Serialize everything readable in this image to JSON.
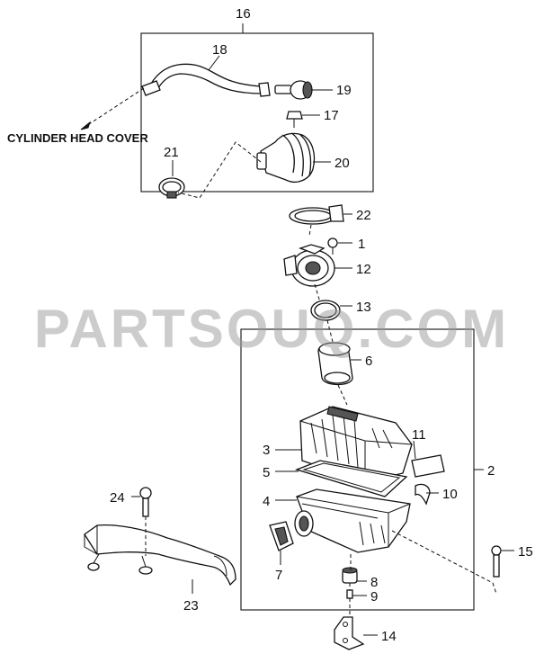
{
  "watermark": "PARTSOUQ.COM",
  "caption": "CYLINDER HEAD COVER",
  "callouts": [
    "1",
    "2",
    "3",
    "4",
    "5",
    "6",
    "7",
    "8",
    "9",
    "10",
    "11",
    "12",
    "13",
    "14",
    "15",
    "16",
    "17",
    "18",
    "19",
    "20",
    "21",
    "22",
    "23",
    "24"
  ]
}
